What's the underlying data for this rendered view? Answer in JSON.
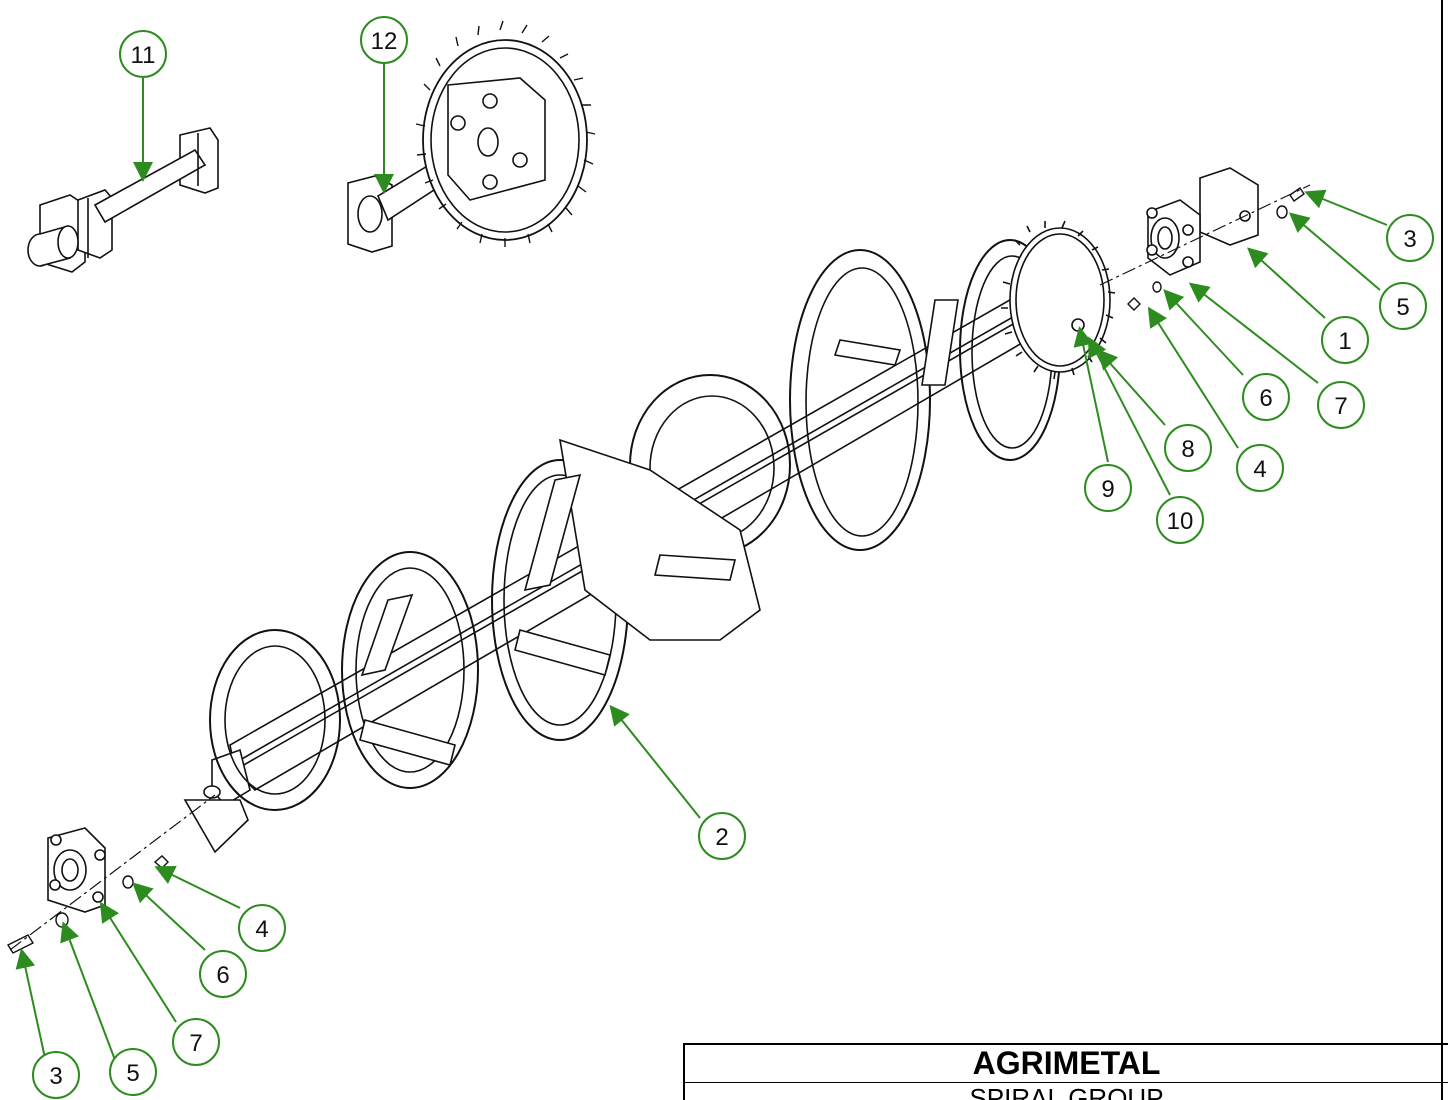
{
  "title_block": {
    "company": "AGRIMETAL",
    "subtitle": "SPIRAL GROUP"
  },
  "colors": {
    "callout": "#2e8b20",
    "line": "#111111"
  },
  "callouts": [
    {
      "id": "callout-11-top",
      "label": "11"
    },
    {
      "id": "callout-12-top",
      "label": "12"
    },
    {
      "id": "callout-3-right",
      "label": "3"
    },
    {
      "id": "callout-5-right",
      "label": "5"
    },
    {
      "id": "callout-1",
      "label": "1"
    },
    {
      "id": "callout-7-right",
      "label": "7"
    },
    {
      "id": "callout-6-right",
      "label": "6"
    },
    {
      "id": "callout-4-right",
      "label": "4"
    },
    {
      "id": "callout-8",
      "label": "8"
    },
    {
      "id": "callout-9",
      "label": "9"
    },
    {
      "id": "callout-10",
      "label": "10"
    },
    {
      "id": "callout-2",
      "label": "2"
    },
    {
      "id": "callout-4-left",
      "label": "4"
    },
    {
      "id": "callout-6-left",
      "label": "6"
    },
    {
      "id": "callout-7-left",
      "label": "7"
    },
    {
      "id": "callout-5-left",
      "label": "5"
    },
    {
      "id": "callout-3-left",
      "label": "3"
    }
  ]
}
